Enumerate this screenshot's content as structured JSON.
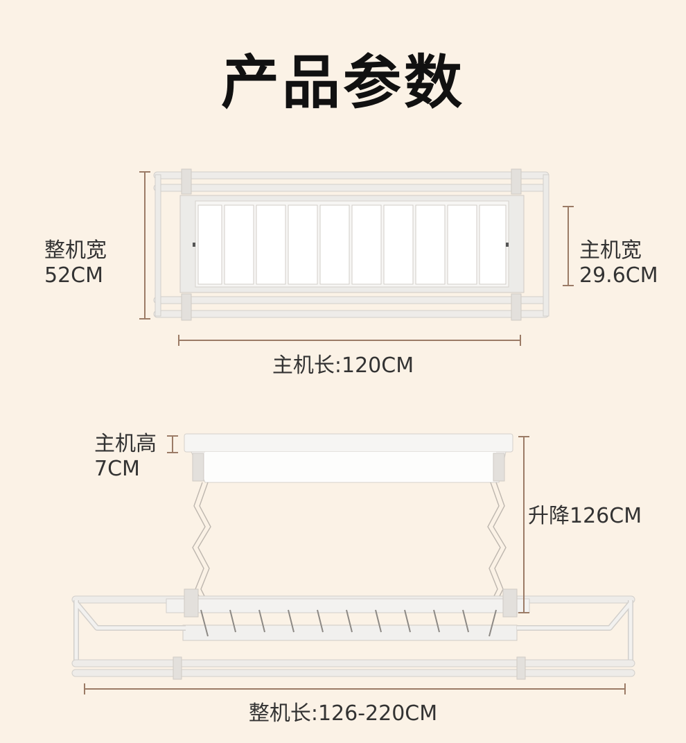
{
  "title": "产品参数",
  "top_view": {
    "overall_width": {
      "label": "整机宽",
      "value": "52CM"
    },
    "main_width": {
      "label": "主机宽",
      "value": "29.6CM"
    },
    "main_length": "主机长:120CM"
  },
  "side_view": {
    "main_height": {
      "label": "主机高",
      "value": "7CM"
    },
    "lift": "升降126CM",
    "overall_length": "整机长:126-220CM"
  },
  "colors": {
    "background": "#fbf2e6",
    "dimension_line": "#9b7b66",
    "frame": "#e9e6e3"
  }
}
